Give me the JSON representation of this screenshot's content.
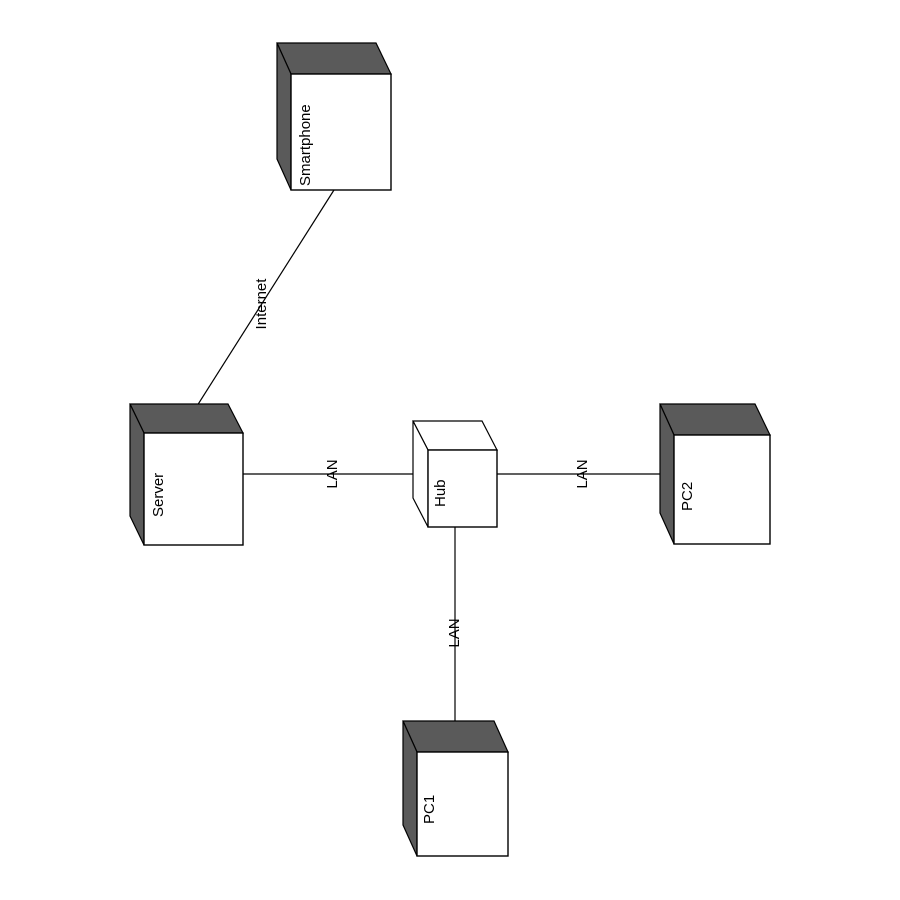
{
  "nodes": {
    "smartphone": {
      "label": "Smartphone",
      "shade": "#5a5a5a"
    },
    "server": {
      "label": "Server",
      "shade": "#5a5a5a"
    },
    "hub": {
      "label": "Hub",
      "shade": "#ffffff"
    },
    "pc2": {
      "label": "PC2",
      "shade": "#5a5a5a"
    },
    "pc1": {
      "label": "PC1",
      "shade": "#5a5a5a"
    }
  },
  "links": {
    "internet": {
      "label": "Internet",
      "from": "server",
      "to": "smartphone"
    },
    "server_hub": {
      "label": "LAN",
      "from": "server",
      "to": "hub"
    },
    "hub_pc2": {
      "label": "LAN",
      "from": "hub",
      "to": "pc2"
    },
    "hub_pc1": {
      "label": "LAN",
      "from": "hub",
      "to": "pc1"
    }
  }
}
